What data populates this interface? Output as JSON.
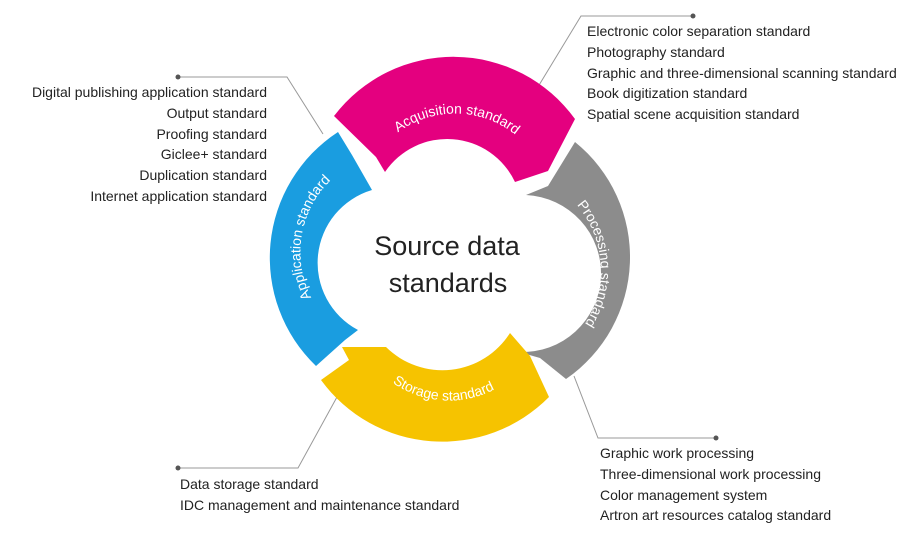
{
  "center": {
    "line1": "Source data",
    "line2": "standards"
  },
  "segments": {
    "acquisition": {
      "label": "Acquisition standard",
      "color": "#e4007f"
    },
    "processing": {
      "label": "Processing standard",
      "color": "#8c8c8c"
    },
    "storage": {
      "label": "Storage standard",
      "color": "#f6c300"
    },
    "application": {
      "label": "Application standard",
      "color": "#1a9de0"
    }
  },
  "lists": {
    "acquisition": [
      "Electronic color separation standard",
      "Photography standard",
      "Graphic and three-dimensional scanning standard",
      "Book digitization standard",
      "Spatial scene acquisition standard"
    ],
    "processing": [
      "Graphic work processing",
      "Three-dimensional work processing",
      "Color management system",
      "Artron art resources catalog standard"
    ],
    "storage": [
      "Data storage standard",
      "IDC management and maintenance standard"
    ],
    "application": [
      "Digital publishing application standard",
      "Output standard",
      "Proofing standard",
      "Giclee+ standard",
      "Duplication standard",
      "Internet application standard"
    ]
  },
  "connector_color": "#999999"
}
